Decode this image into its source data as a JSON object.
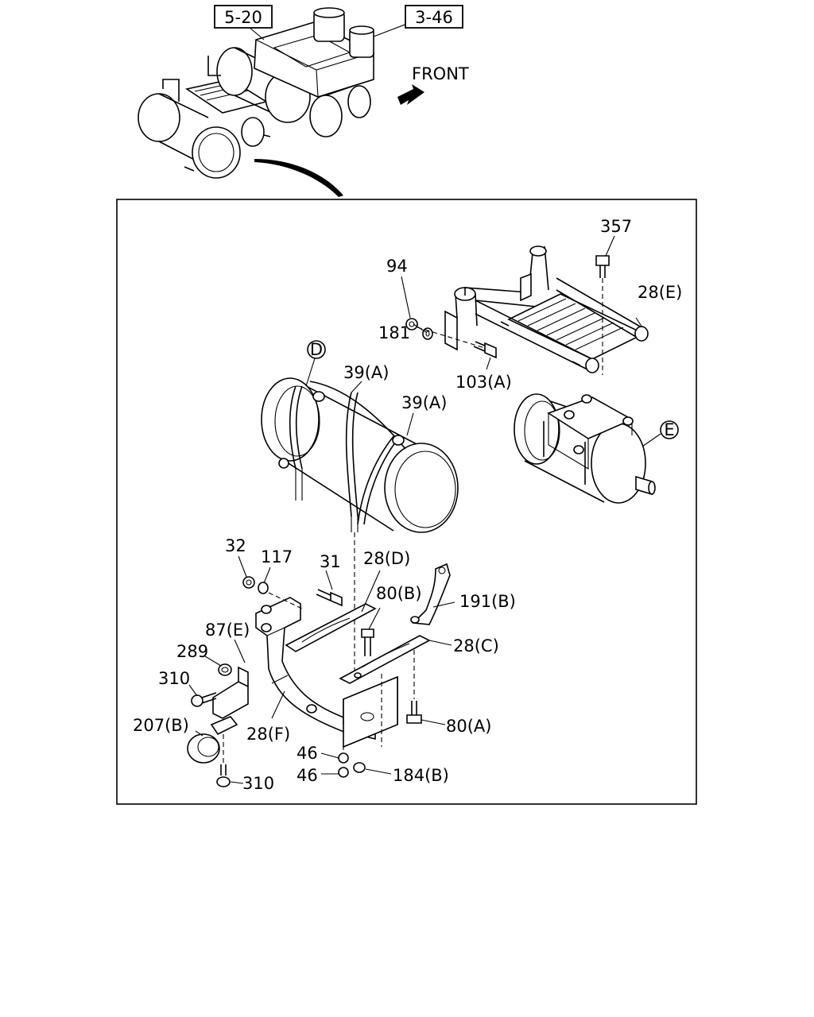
{
  "header_refs": [
    {
      "id": "ref-5-20",
      "text": "5-20"
    },
    {
      "id": "ref-3-46",
      "text": "3-46"
    }
  ],
  "direction_label": "FRONT",
  "detail_markers": [
    {
      "id": "marker-d",
      "text": "D"
    },
    {
      "id": "marker-e",
      "text": "E"
    }
  ],
  "callouts": [
    {
      "id": "callout-357",
      "text": "357"
    },
    {
      "id": "callout-94",
      "text": "94"
    },
    {
      "id": "callout-28e",
      "text": "28(E)"
    },
    {
      "id": "callout-181",
      "text": "181"
    },
    {
      "id": "callout-103a",
      "text": "103(A)"
    },
    {
      "id": "callout-39a-1",
      "text": "39(A)"
    },
    {
      "id": "callout-39a-2",
      "text": "39(A)"
    },
    {
      "id": "callout-32",
      "text": "32"
    },
    {
      "id": "callout-117",
      "text": "117"
    },
    {
      "id": "callout-31",
      "text": "31"
    },
    {
      "id": "callout-28d",
      "text": "28(D)"
    },
    {
      "id": "callout-80b",
      "text": "80(B)"
    },
    {
      "id": "callout-191b",
      "text": "191(B)"
    },
    {
      "id": "callout-87e",
      "text": "87(E)"
    },
    {
      "id": "callout-289",
      "text": "289"
    },
    {
      "id": "callout-28c",
      "text": "28(C)"
    },
    {
      "id": "callout-310-1",
      "text": "310"
    },
    {
      "id": "callout-207b",
      "text": "207(B)"
    },
    {
      "id": "callout-28f",
      "text": "28(F)"
    },
    {
      "id": "callout-80a",
      "text": "80(A)"
    },
    {
      "id": "callout-46-1",
      "text": "46"
    },
    {
      "id": "callout-46-2",
      "text": "46"
    },
    {
      "id": "callout-184b",
      "text": "184(B)"
    },
    {
      "id": "callout-310-2",
      "text": "310"
    }
  ]
}
